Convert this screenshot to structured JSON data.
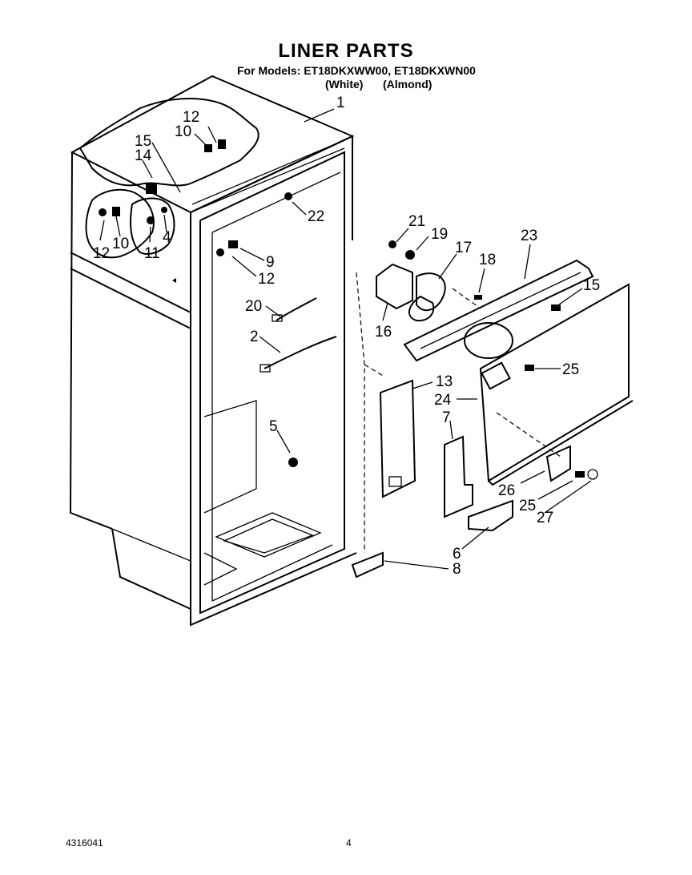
{
  "title": "LINER PARTS",
  "subtitle": "For Models: ET18DKXWW00, ET18DKXWN00",
  "variants": [
    "(White)",
    "(Almond)"
  ],
  "footer": {
    "doc_number": "4316041",
    "page": "4"
  },
  "callouts": [
    "1",
    "12",
    "10",
    "15",
    "14",
    "22",
    "21",
    "19",
    "17",
    "18",
    "23",
    "15",
    "9",
    "12",
    "20",
    "2",
    "16",
    "25",
    "13",
    "24",
    "7",
    "5",
    "26",
    "25",
    "27",
    "6",
    "8",
    "12",
    "10",
    "11",
    "4"
  ]
}
